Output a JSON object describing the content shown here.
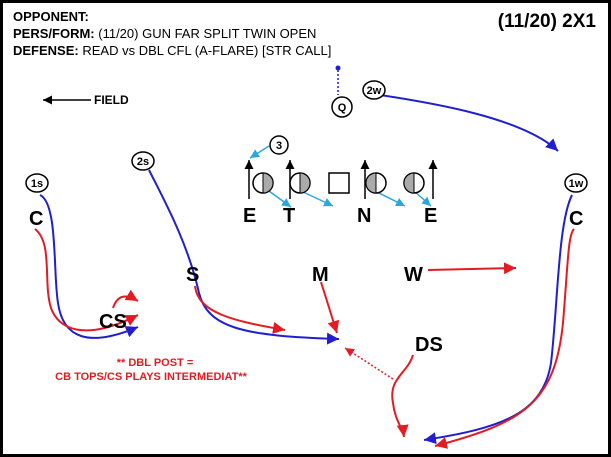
{
  "header": {
    "opponent_label": "OPPONENT:",
    "pers_form_label": "PERS/FORM:",
    "pers_form_value": "(11/20) GUN FAR SPLIT TWIN OPEN",
    "defense_label": "DEFENSE:",
    "defense_value": "READ vs DBL CFL (A-FLARE) [STR CALL]",
    "play_title": "(11/20) 2X1"
  },
  "field_direction": "FIELD",
  "offense": {
    "qb": "Q",
    "receivers": [
      "2w",
      "2s",
      "1s",
      "1w",
      "3"
    ]
  },
  "defense": {
    "players": [
      "C",
      "C",
      "CS",
      "S",
      "M",
      "W",
      "DS",
      "E",
      "T",
      "N",
      "E"
    ]
  },
  "note": {
    "line1": "** DBL POST =",
    "line2": "CB TOPS/CS PLAYS INTERMEDIAT**"
  },
  "colors": {
    "offense_route": "#1f1fd0",
    "defense_path": "#e31b23",
    "line_motion": "#29a8e0",
    "text": "#000000"
  }
}
